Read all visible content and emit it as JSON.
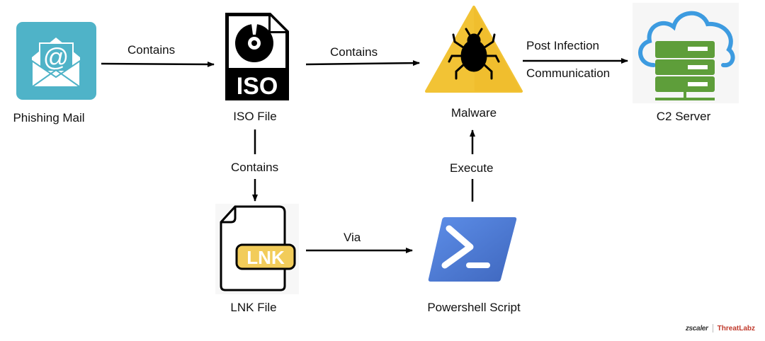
{
  "nodes": {
    "phishing_mail": {
      "label": "Phishing Mail",
      "icon": "email-icon",
      "color": "#4FB3C8"
    },
    "iso_file": {
      "label": "ISO File",
      "icon": "iso-file-icon",
      "badge": "ISO"
    },
    "malware": {
      "label": "Malware",
      "icon": "malware-warning-icon",
      "color": "#F2C335"
    },
    "c2_server": {
      "label": "C2 Server",
      "icon": "cloud-server-icon",
      "cloud_color": "#3D9BE0",
      "server_color": "#5E9E3A"
    },
    "lnk_file": {
      "label": "LNK File",
      "icon": "lnk-file-icon",
      "badge": "LNK",
      "badge_color": "#F2CC5A"
    },
    "powershell_script": {
      "label": "Powershell Script",
      "icon": "powershell-icon",
      "color": "#4F7CD6",
      "glyph": ">_"
    }
  },
  "edges": [
    {
      "from": "Phishing Mail",
      "to": "ISO File",
      "label": "Contains"
    },
    {
      "from": "ISO File",
      "to": "Malware",
      "label": "Contains"
    },
    {
      "from": "Malware",
      "to": "C2 Server",
      "label_top": "Post Infection",
      "label_bottom": "Communication"
    },
    {
      "from": "ISO File",
      "to": "LNK File",
      "label": "Contains"
    },
    {
      "from": "LNK File",
      "to": "Powershell Script",
      "label": "Via"
    },
    {
      "from": "Powershell Script",
      "to": "Malware",
      "label": "Execute"
    }
  ],
  "branding": {
    "company": "zscaler",
    "team": "ThreatLabz"
  }
}
